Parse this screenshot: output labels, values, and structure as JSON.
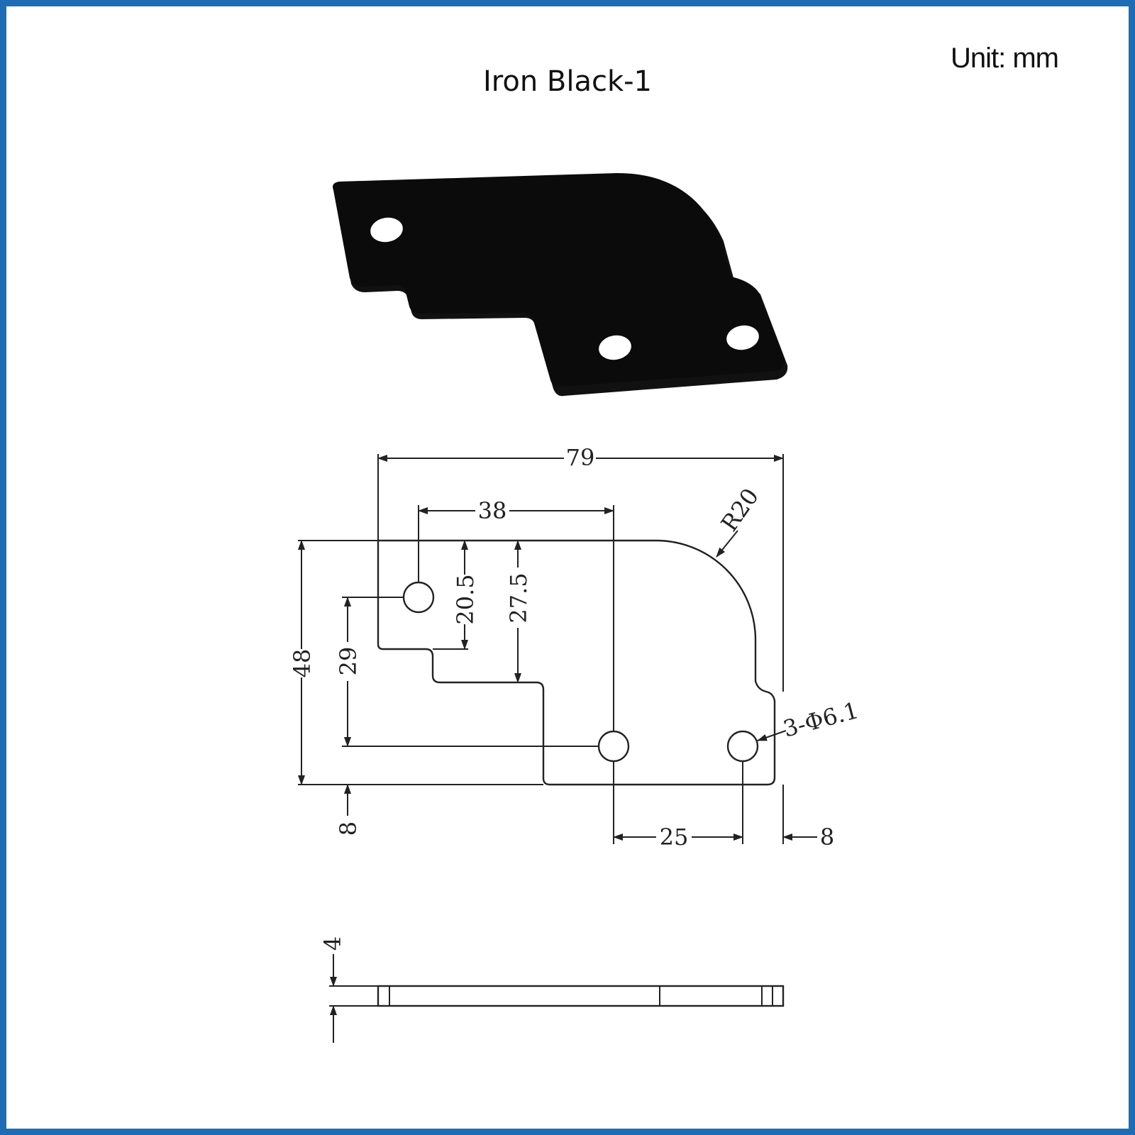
{
  "title": "Iron Black-1",
  "unit_label": "Unit:  mm",
  "colors": {
    "frame": "#1E6DB4",
    "part": "#0b0b0b",
    "line": "#222222"
  },
  "dimensions": {
    "overall_width": "79",
    "hole_spacing_top": "38",
    "radius": "R20",
    "step_1": "20.5",
    "step_2": "27.5",
    "height": "48",
    "hole_height": "29",
    "bottom_offset": "8",
    "hole_spacing_bottom": "25",
    "right_offset": "8",
    "holes": "3-Φ6.1",
    "thickness": "4"
  }
}
